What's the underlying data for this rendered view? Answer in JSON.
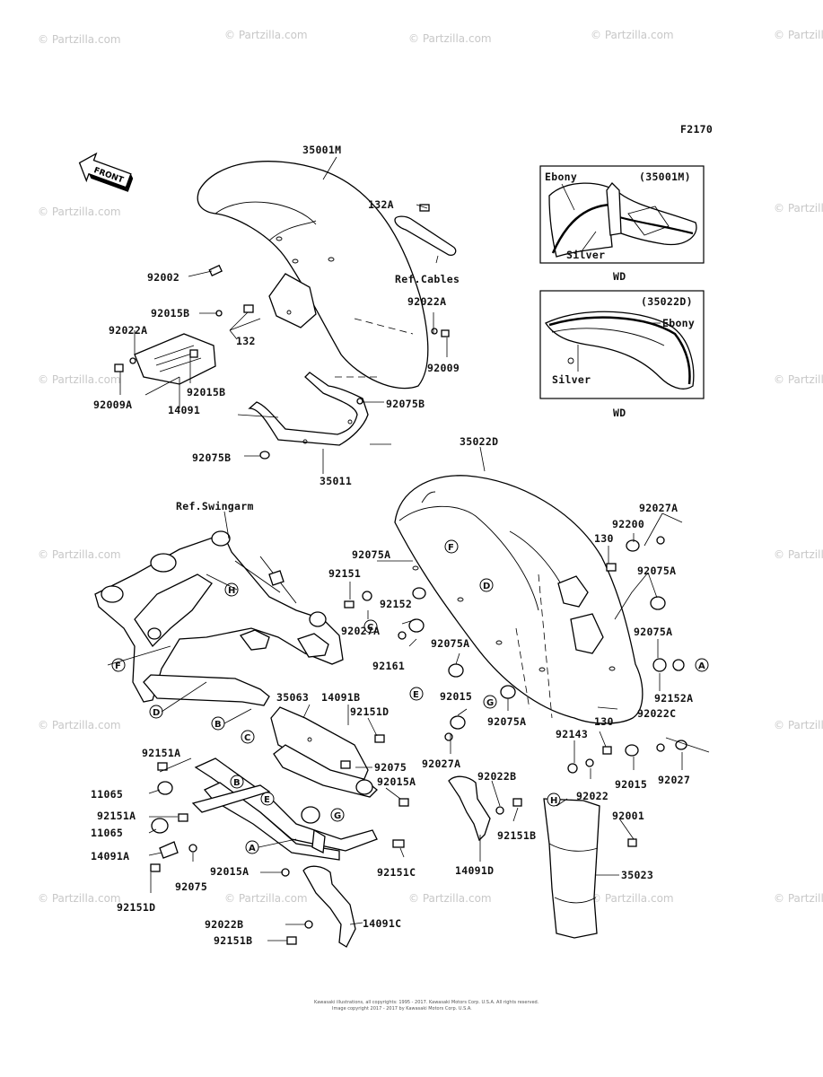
{
  "figure_code": "F2170",
  "front_label": "FRONT",
  "watermark": "© Partzilla.com",
  "copyright_line1": "Kawasaki illustrations, all copyrights: 1995 - 2017. Kawasaki Motors Corp. U.S.A. All rights reserved.",
  "copyright_line2": "Image copyright 2017 - 2017 by Kawasaki Motors Corp. U.S.A.",
  "labels": {
    "p35001M": "35001M",
    "p132A": "132A",
    "refCables": "Ref.Cables",
    "p92002": "92002",
    "p92022A_top": "92022A",
    "p92015B_top": "92015B",
    "p132": "132",
    "p92022A_left": "92022A",
    "p92009": "92009",
    "p92009A": "92009A",
    "p92015B_bot": "92015B",
    "p14091": "14091",
    "p92075B_right": "92075B",
    "p92075B_left": "92075B",
    "p35011": "35011",
    "p35022D": "35022D",
    "refSwingarm": "Ref.Swingarm",
    "p92027A_r": "92027A",
    "p92200": "92200",
    "p130_top": "130",
    "p92075A_r1": "92075A",
    "p92075A_l1": "92075A",
    "p92151": "92151",
    "p92152": "92152",
    "p92027A_l": "92027A",
    "p92161": "92161",
    "p92075A_m": "92075A",
    "p92075A_r2": "92075A",
    "p92152A": "92152A",
    "p92022C": "92022C",
    "p92015_m": "92015",
    "p92075A_b": "92075A",
    "p35063": "35063",
    "p14091B": "14091B",
    "p92151D_top": "92151D",
    "p92151A_1": "92151A",
    "p11065_1": "11065",
    "p92151A_2": "92151A",
    "p11065_2": "11065",
    "p14091A": "14091A",
    "p92151D_bot": "92151D",
    "p92075_l": "92075",
    "p92015A_l": "92015A",
    "p92022B_bot": "92022B",
    "p92151B_bot": "92151B",
    "p14091C": "14091C",
    "p92075_m": "92075",
    "p92015A_m": "92015A",
    "p92027A_m": "92027A",
    "p92022B_m": "92022B",
    "p92151B_m": "92151B",
    "p14091D": "14091D",
    "p92151C": "92151C",
    "p92143": "92143",
    "p130_bot": "130",
    "p92022": "92022",
    "p92015_r": "92015",
    "p92027": "92027",
    "p92001": "92001",
    "p35023": "35023"
  },
  "inset1": {
    "title_code": "(35001M)",
    "color_a": "Ebony",
    "color_b": "Silver",
    "caption": "WD"
  },
  "inset2": {
    "title_code": "(35022D)",
    "color_a": "Ebony",
    "color_b": "Silver",
    "caption": "WD"
  },
  "refs": [
    "A",
    "B",
    "C",
    "D",
    "E",
    "F",
    "G",
    "H"
  ]
}
